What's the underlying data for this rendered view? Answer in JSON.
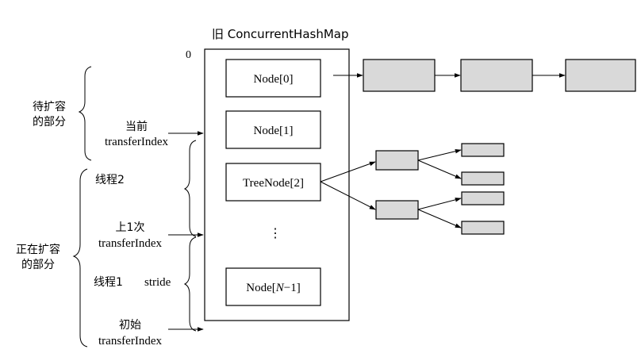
{
  "title": "旧 ConcurrentHashMap",
  "index_zero": "0",
  "nodes": {
    "n0": "Node[0]",
    "n1": "Node[1]",
    "n2": "TreeNode[2]",
    "dots": "⋮",
    "last_prefix": "Node[",
    "last_italic": "N",
    "last_suffix": "−1]"
  },
  "left_labels": {
    "pending_line1": "待扩容",
    "pending_line2": "的部分",
    "current_line1": "当前",
    "current_line2": "transferIndex",
    "thread2": "线程2",
    "last_line1": "上1次",
    "last_line2": "transferIndex",
    "in_progress_line1": "正在扩容",
    "in_progress_line2": "的部分",
    "thread1": "线程1",
    "stride": "stride",
    "initial_line1": "初始",
    "initial_line2": "transferIndex"
  },
  "colors": {
    "gray_fill": "#d9d9d9",
    "stroke": "#000000"
  }
}
